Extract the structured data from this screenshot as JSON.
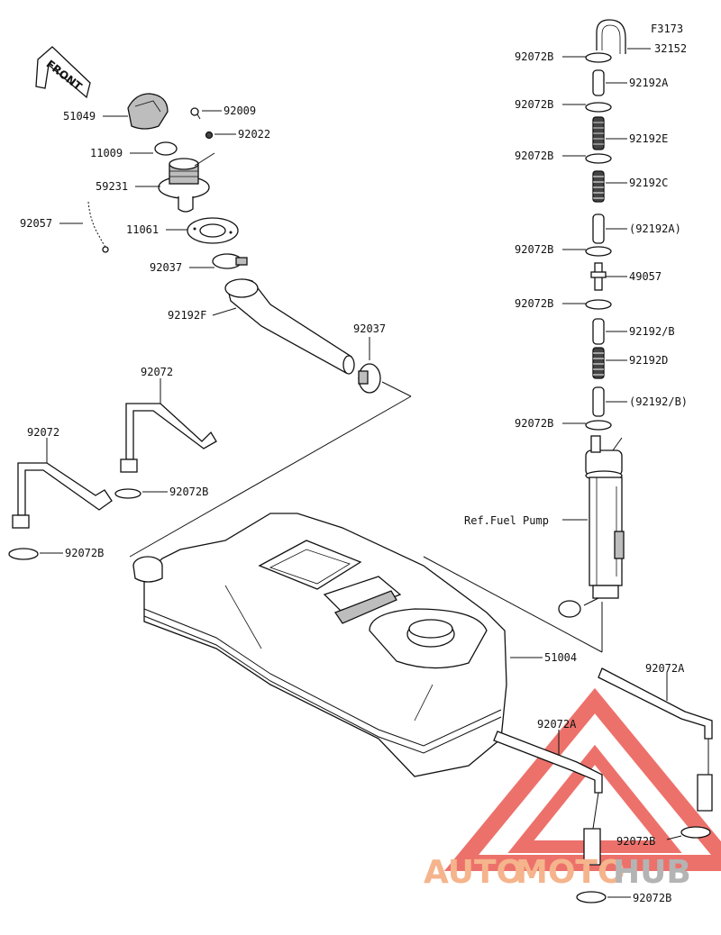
{
  "diagram": {
    "figure_code": "F3173",
    "front_label": "FRONT",
    "ref_note": "Ref.Fuel Pump",
    "parts": {
      "p32152": "32152",
      "p92072B_1": "92072B",
      "p92192A": "92192A",
      "p92072B_2": "92072B",
      "p92192E": "92192E",
      "p92072B_3": "92072B",
      "p92192C": "92192C",
      "p92192A_paren": "(92192A)",
      "p92072B_4": "92072B",
      "p49057": "49057",
      "p92072B_5": "92072B",
      "p92192B": "92192/B",
      "p92192D": "92192D",
      "p92192B_paren": "(92192/B)",
      "p92072B_6": "92072B",
      "p51049": "51049",
      "p92009": "92009",
      "p92022": "92022",
      "p11009": "11009",
      "p59231": "59231",
      "p92057": "92057",
      "p11061": "11061",
      "p92037_1": "92037",
      "p92192F": "92192F",
      "p92037_2": "92037",
      "p92072_1": "92072",
      "p92072_2": "92072",
      "p92072B_7": "92072B",
      "p92072B_8": "92072B",
      "p51004": "51004",
      "p92072A_1": "92072A",
      "p92072A_2": "92072A",
      "p92072B_9": "92072B",
      "p92072B_10": "92072B"
    }
  },
  "watermark": {
    "part1": "AUTO",
    "part2": "MOTO",
    "part3": "HUB",
    "color_main": "#f5b48c",
    "color_hub": "#b4b4b4",
    "color_triangle": "#e8423a"
  }
}
